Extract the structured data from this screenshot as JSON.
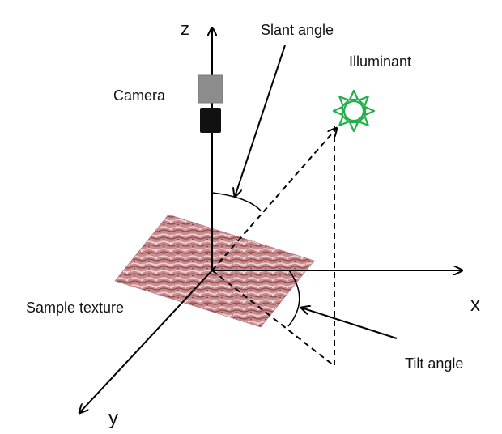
{
  "diagram": {
    "labels": {
      "z_axis": "z",
      "x_axis": "x",
      "y_axis": "y",
      "camera": "Camera",
      "illuminant": "Illuminant",
      "slant_angle": "Slant angle",
      "tilt_angle": "Tilt angle",
      "sample_texture": "Sample texture"
    },
    "icons": {
      "illuminant": "sun-icon",
      "camera": "camera-icon"
    },
    "colors": {
      "lines": "#000000",
      "illuminant": "#22b04c",
      "camera_lens": "#8c8c8c",
      "camera_body": "#111111",
      "texture_base": "#c98c8e",
      "texture_dark": "#8c4a4f",
      "texture_light": "#f1d7d8"
    }
  }
}
